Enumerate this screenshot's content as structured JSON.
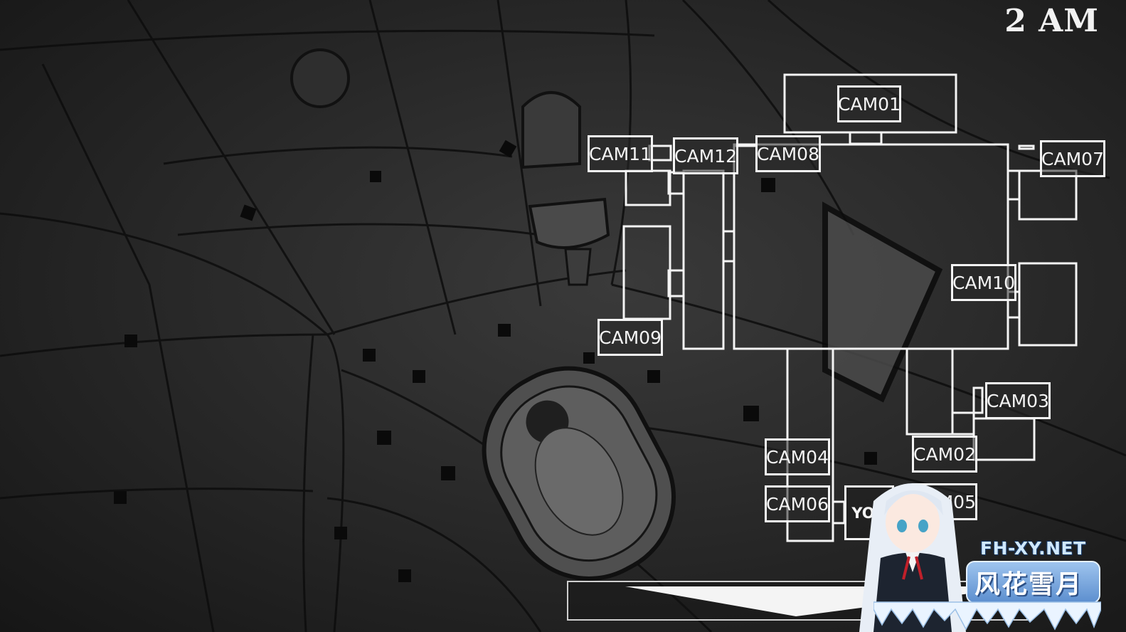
{
  "hud": {
    "time": "2 AM"
  },
  "cameras": [
    {
      "id": "cam01",
      "label": "CAM01"
    },
    {
      "id": "cam02",
      "label": "CAM02"
    },
    {
      "id": "cam03",
      "label": "CAM03"
    },
    {
      "id": "cam04",
      "label": "CAM04"
    },
    {
      "id": "cam05",
      "label": "CAM05"
    },
    {
      "id": "cam06",
      "label": "CAM06"
    },
    {
      "id": "cam07",
      "label": "CAM07"
    },
    {
      "id": "cam08",
      "label": "CAM08"
    },
    {
      "id": "cam09",
      "label": "CAM09"
    },
    {
      "id": "cam10",
      "label": "CAM10"
    },
    {
      "id": "cam11",
      "label": "CAM11"
    },
    {
      "id": "cam12",
      "label": "CAM12"
    }
  ],
  "player": {
    "label": "YOU"
  },
  "watermark": {
    "site": "FH-XY.NET",
    "brand": "风花雪月"
  },
  "colors": {
    "map_line": "#f4f4f4",
    "background": "#2a2a2a",
    "watermark_blue": "#6b9fdc"
  }
}
